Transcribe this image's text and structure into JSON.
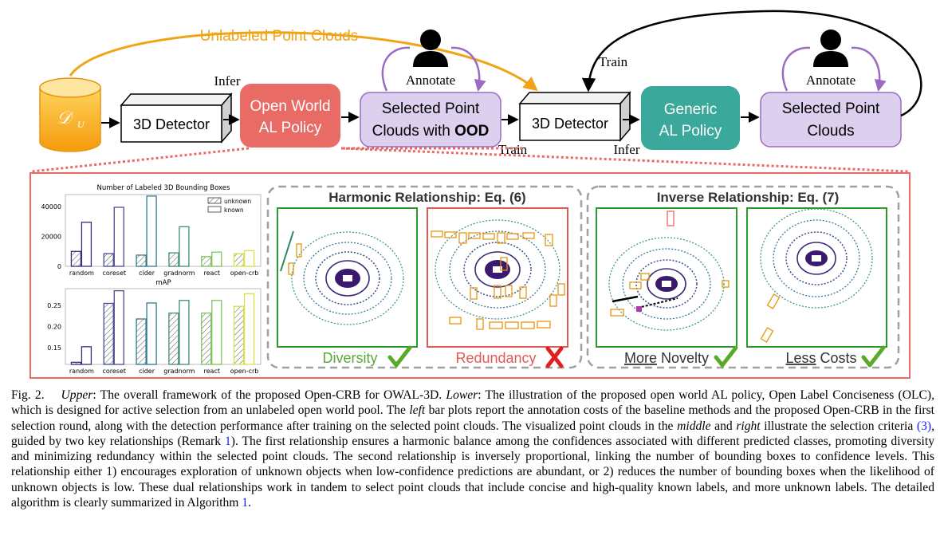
{
  "upper": {
    "unlabeled_label": "Unlabeled Point Clouds",
    "du_symbol": "𝒟",
    "du_sub": "U",
    "detector1": "3D Detector",
    "infer1": "Infer",
    "policy1_line1": "Open World",
    "policy1_line2": "AL Policy",
    "annotate1": "Annotate",
    "selected1_line1": "Selected Point",
    "selected1_line2_a": "Clouds with ",
    "selected1_line2_b": "OOD",
    "detector2": "3D Detector",
    "train1": "Train",
    "train2": "Train",
    "infer2": "Infer",
    "policy2_line1": "Generic",
    "policy2_line2": "AL Policy",
    "annotate2": "Annotate",
    "selected2_line1": "Selected Point",
    "selected2_line2": "Clouds",
    "colors": {
      "orange": "#f0a418",
      "red_box": "#e86b66",
      "teal_box": "#3aa89a",
      "purple_box": "#ddd0ee",
      "purple_arrow": "#9b6bc4"
    }
  },
  "charts": [
    {
      "type": "bar",
      "title": "Number of Labeled 3D Bounding Boxes",
      "categories": [
        "random",
        "coreset",
        "cider",
        "gradnorm",
        "react",
        "open-crb"
      ],
      "series": [
        {
          "name": "unknown",
          "values": [
            10000,
            8500,
            7500,
            9000,
            6500,
            8500
          ]
        },
        {
          "name": "known",
          "values": [
            29500,
            39500,
            47000,
            26500,
            9500,
            10500
          ]
        }
      ],
      "yticks": [
        "0",
        "20000",
        "40000"
      ],
      "ylim": [
        0,
        48000
      ],
      "legend": "top-right",
      "colors": [
        "#3d2a7a",
        "#4b4b8f",
        "#2f7c8f",
        "#3f8f6f",
        "#7bc45a",
        "#d8e04a"
      ]
    },
    {
      "type": "bar",
      "title": "mAP",
      "categories": [
        "random",
        "coreset",
        "cider",
        "gradnorm",
        "react",
        "open-crb"
      ],
      "series": [
        {
          "name": "unknown",
          "values": [
            0.115,
            0.255,
            0.218,
            0.232,
            0.232,
            0.248
          ]
        },
        {
          "name": "known",
          "values": [
            0.152,
            0.285,
            0.256,
            0.262,
            0.262,
            0.278
          ]
        }
      ],
      "yticks": [
        "0.15",
        "0.20",
        "0.25"
      ],
      "ylim": [
        0.11,
        0.29
      ],
      "colors": [
        "#3d2a7a",
        "#4b4b8f",
        "#2f7c8f",
        "#3f8f6f",
        "#7bc45a",
        "#d8e04a"
      ]
    }
  ],
  "panels": {
    "harmonic_title": "Harmonic Relationship: Eq. (6)",
    "inverse_title": "Inverse Relationship: Eq. (7)",
    "diversity": "Diversity",
    "redundancy": "Redundancy",
    "more": "More",
    "novelty": " Novelty",
    "less": "Less",
    "costs": " Costs"
  },
  "caption": {
    "fig": "Fig. 2.",
    "upper_label": "Upper",
    "upper_text": ": The overall framework of the proposed Open-CRB for OWAL-3D. ",
    "lower_label": "Lower",
    "lower_text": ": The illustration of the proposed open world AL policy, Open Label Conciseness (OLC), which is designed for active selection from an unlabeled open world pool. The ",
    "left": "left",
    "t2": " bar plots report the annotation costs of the baseline methods and the proposed Open-CRB in the first selection round, along with the detection performance after training on the selected point clouds. The visualized point clouds in the ",
    "middle": "middle",
    "t3": " and ",
    "right": "right",
    "t4": " illustrate the selection criteria ",
    "ref3": "(3)",
    "t5": ", guided by two key relationships (Remark ",
    "ref1": "1",
    "t6": "). The first relationship ensures a harmonic balance among the confidences associated with different predicted classes, promoting diversity and minimizing redundancy within the selected point clouds. The second relationship is inversely proportional, linking the number of bounding boxes to confidence levels. This relationship either 1) encourages exploration of unknown objects when low-confidence predictions are abundant, or 2) reduces the number of bounding boxes when the likelihood of unknown objects is low. These dual relationships work in tandem to select point clouds that include concise and high-quality known labels, and more unknown labels. The detailed algorithm is clearly summarized in Algorithm ",
    "ref_alg": "1",
    "t7": "."
  }
}
